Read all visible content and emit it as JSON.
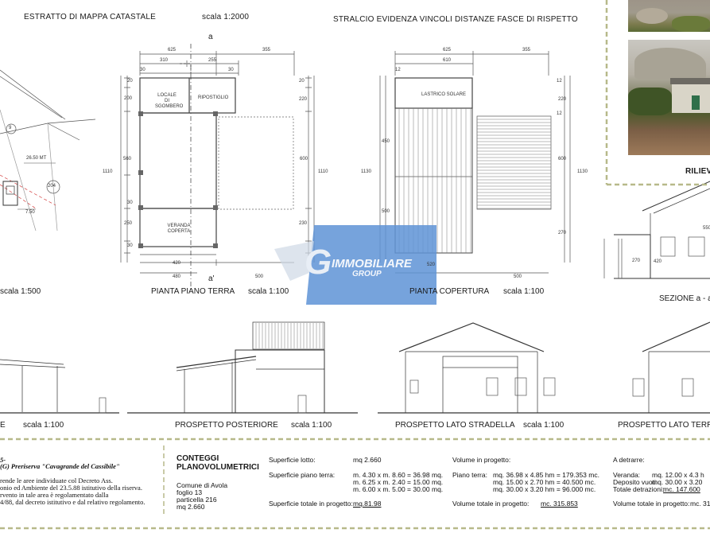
{
  "headers": {
    "estratto": "ESTRATTO DI MAPPA  CATASTALE",
    "scala_mappa": "scala 1:2000",
    "stralcio": "STRALCIO EVIDENZA VINCOLI DISTANZE FASCE DI RISPETTO",
    "rilievo": "RILIEV"
  },
  "mappa": {
    "parcel_9": "9",
    "parcel_204": "204",
    "distance": "26.50 MT",
    "small": "7.50",
    "scale": "scala 1:500"
  },
  "pianta_terra": {
    "title": "PIANTA PIANO TERRA",
    "scale": "scala 1:100",
    "section_top": "a",
    "section_bottom": "a'",
    "room_locale": "LOCALE DI SGOMBERO",
    "room_ripostiglio": "RIPOSTIGLIO",
    "room_veranda": "VERANDA COPERTA",
    "dim_625": "625",
    "dim_355": "355",
    "dim_310": "310",
    "dim_255": "255",
    "dim_30a": "30",
    "dim_30b": "30",
    "dim_200a": "200",
    "dim_20a": "20",
    "dim_20b": "20",
    "dim_220": "220",
    "dim_560": "560",
    "dim_1110a": "1110",
    "dim_1110b": "1110",
    "dim_600": "600",
    "dim_250": "250",
    "dim_230": "230",
    "dim_30c": "30",
    "dim_30d": "30",
    "dim_420": "420",
    "dim_480": "480",
    "dim_500": "500"
  },
  "pianta_copertura": {
    "title": "PIANTA COPERTURA",
    "scale": "scala 1:100",
    "lastrico": "LASTRICO SOLARE",
    "dim_625": "625",
    "dim_355": "355",
    "dim_610": "610",
    "dim_12a": "12",
    "dim_12b": "12",
    "dim_12c": "12",
    "dim_220": "220",
    "dim_450": "450",
    "dim_1130a": "1130",
    "dim_1130b": "1130",
    "dim_600": "600",
    "dim_500v": "500",
    "dim_270": "270",
    "dim_520": "520",
    "dim_500h": "500"
  },
  "sezione": {
    "title": "SEZIONE a - a'",
    "dim_550": "550",
    "dim_270": "270",
    "dim_420": "420"
  },
  "prospetti": {
    "p1_label": "E",
    "p1_scale": "scala 1:100",
    "p2_label": "PROSPETTO POSTERIORE",
    "p2_scale": "scala 1:100",
    "p3_label": "PROSPETTO LATO STRADELLA",
    "p3_scale": "scala 1:100",
    "p4_label": "PROSPETTO LATO TERRE"
  },
  "watermark": {
    "brand": "IMMOBILIARE",
    "sub": "GROUP",
    "mark": "G"
  },
  "legend": {
    "left": {
      "line0": "5-",
      "line1": "(G) Preriserva \"Cavagrande del Cassibile\"",
      "line2": "rende le aree individuate col Decreto  Ass.",
      "line3": "onio ed Ambiente  del 23.5.88 istitutivo della riserva.",
      "line4": "rvento in tale area è regolamentato dalla",
      "line5": "4/88, dal decreto istitutivo e dal relativo regolamento."
    },
    "conteggi": {
      "title1": "CONTEGGI",
      "title2": "PLANOVOLUMETRICI",
      "comune": "Comune di Avola",
      "foglio": "foglio 13",
      "particella": "particella 216",
      "mq": "mq 2.660"
    },
    "superfici": {
      "lotto_label": "Superficie lotto:",
      "lotto_value": "mq 2.660",
      "piano_label": "Superficie piano terra:",
      "piano_1": "m. 4.30 x m. 8.60 = 36.98 mq.",
      "piano_2": "m. 6.25 x m. 2.40 = 15.00 mq.",
      "piano_3": "m. 6.00 x m. 5.00 = 30.00 mq.",
      "totale_label": "Superficie totale in progetto:",
      "totale_value": "mq.81.98"
    },
    "volumi": {
      "label": "Volume in progetto:",
      "piano_label": "Piano terra:",
      "v1": "mq. 36.98 x 4.85 hm = 179.353 mc.",
      "v2": "mq. 15.00 x 2.70 hm = 40.500 mc.",
      "v3": "mq. 30.00 x 3.20 hm = 96.000 mc.",
      "totale_label": "Volume totale in progetto:",
      "totale_value": "mc. 315.853"
    },
    "detrarre": {
      "label": "A detrarre:",
      "veranda_label": "Veranda:",
      "veranda_value": "mq. 12.00 x 4.3 h",
      "deposito_label": "Deposito vuoti:",
      "deposito_value": "mq. 30.00 x 3.20",
      "totale_label": "Totale detrazioni:",
      "totale_value": "mc. 147.600",
      "volume_label": "Volume totale in progetto:",
      "volume_value": "mc. 31"
    }
  },
  "colors": {
    "frame_dash": "#b7b98a",
    "line": "#444444",
    "red_dash": "#d23a3a",
    "watermark_blue": "#5e93d6"
  }
}
